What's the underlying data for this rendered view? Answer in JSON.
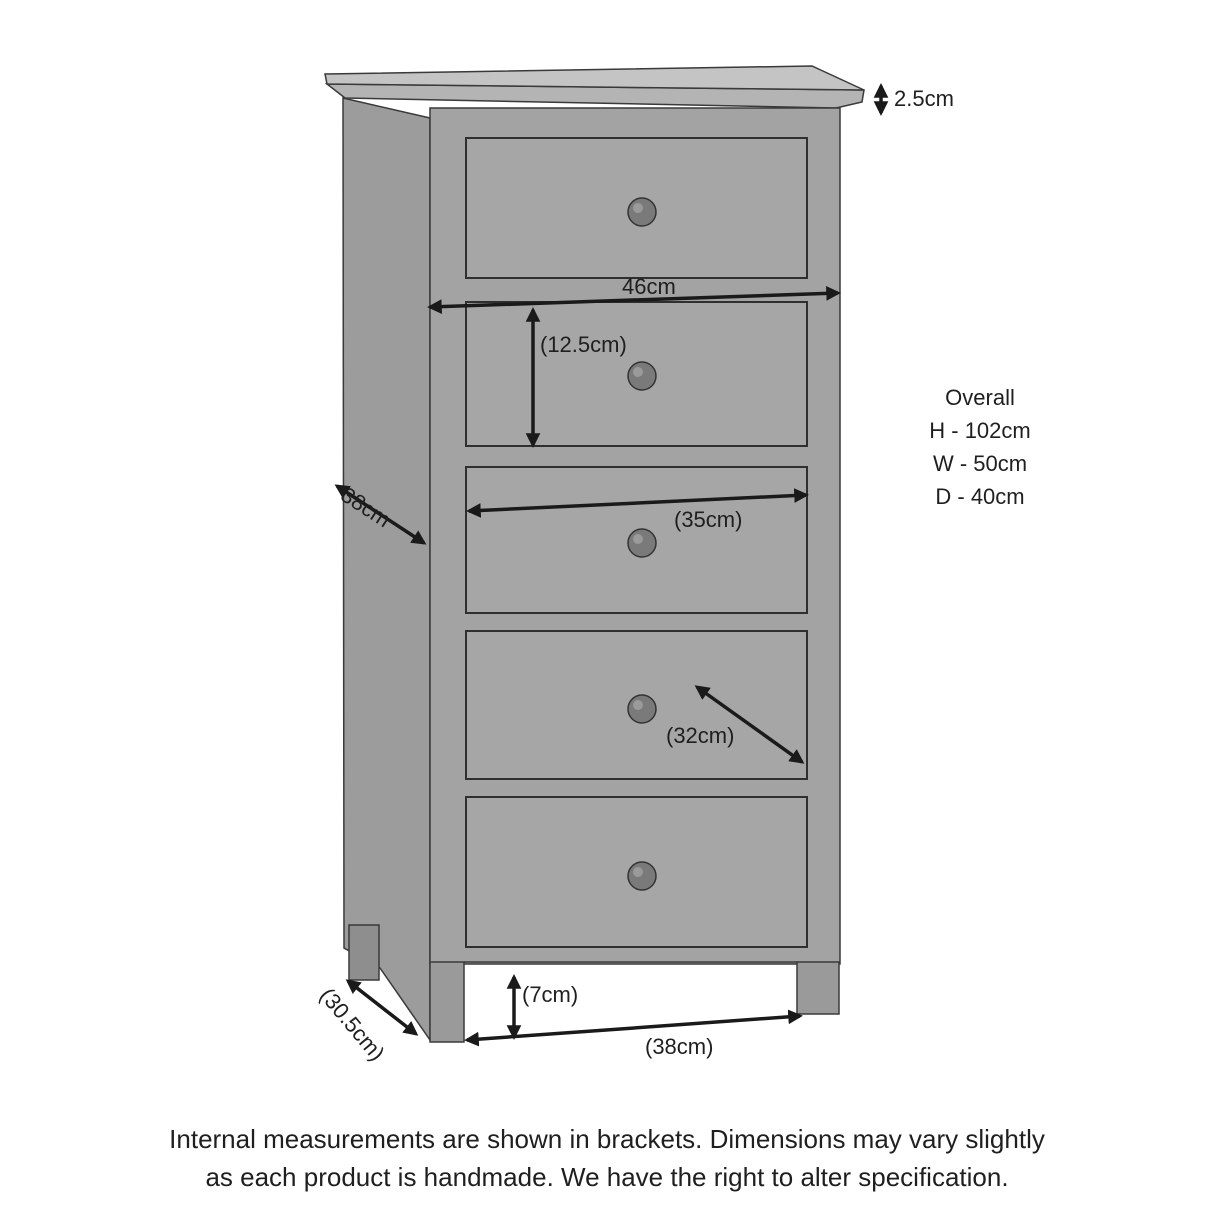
{
  "dimensions": {
    "top_thickness": "2.5cm",
    "drawer_width_outer": "46cm",
    "drawer_height_internal": "(12.5cm)",
    "side_depth": "38cm",
    "drawer_width_internal": "(35cm)",
    "drawer_depth_internal": "(32cm)",
    "leg_height": "(7cm)",
    "base_depth": "(30.5cm)",
    "base_width": "(38cm)"
  },
  "overall": {
    "title": "Overall",
    "height": "H - 102cm",
    "width": "W - 50cm",
    "depth": "D - 40cm"
  },
  "note": {
    "line1": "Internal measurements are shown in brackets. Dimensions may vary slightly",
    "line2": "as each product is handmade. We have the right to alter specification."
  },
  "product": {
    "drawer_count": 5
  },
  "colors": {
    "wood_front": "#a3a3a3",
    "wood_side": "#9c9c9c",
    "wood_top": "#c4c4c4",
    "outline": "#3a3a3a",
    "arrow": "#1a1a1a"
  }
}
